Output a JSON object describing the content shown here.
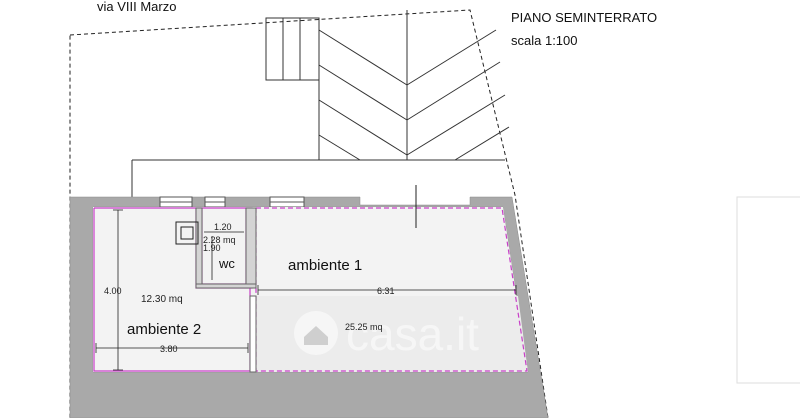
{
  "header": {
    "street": "via VIII Marzo",
    "plan_title": "PIANO SEMINTERRATO",
    "scale": "scala 1:100"
  },
  "rooms": [
    {
      "name": "ambiente 1",
      "area": "25.25 mq"
    },
    {
      "name": "ambiente 2",
      "area": "12.30 mq"
    },
    {
      "name": "wc",
      "area": "2.28 mq"
    }
  ],
  "dimensions": {
    "ambiente1_width": "6.31",
    "ambiente2_width": "3.80",
    "ambiente2_depth": "4.00",
    "wc_width": "1.20",
    "wc_depth": "1.90"
  },
  "watermark": "casa.it",
  "colors": {
    "wall_fill": "#a9a9a9",
    "room_outline": "#c83fc8",
    "floor_fill": "#f3f3f3",
    "line": "#222222"
  }
}
